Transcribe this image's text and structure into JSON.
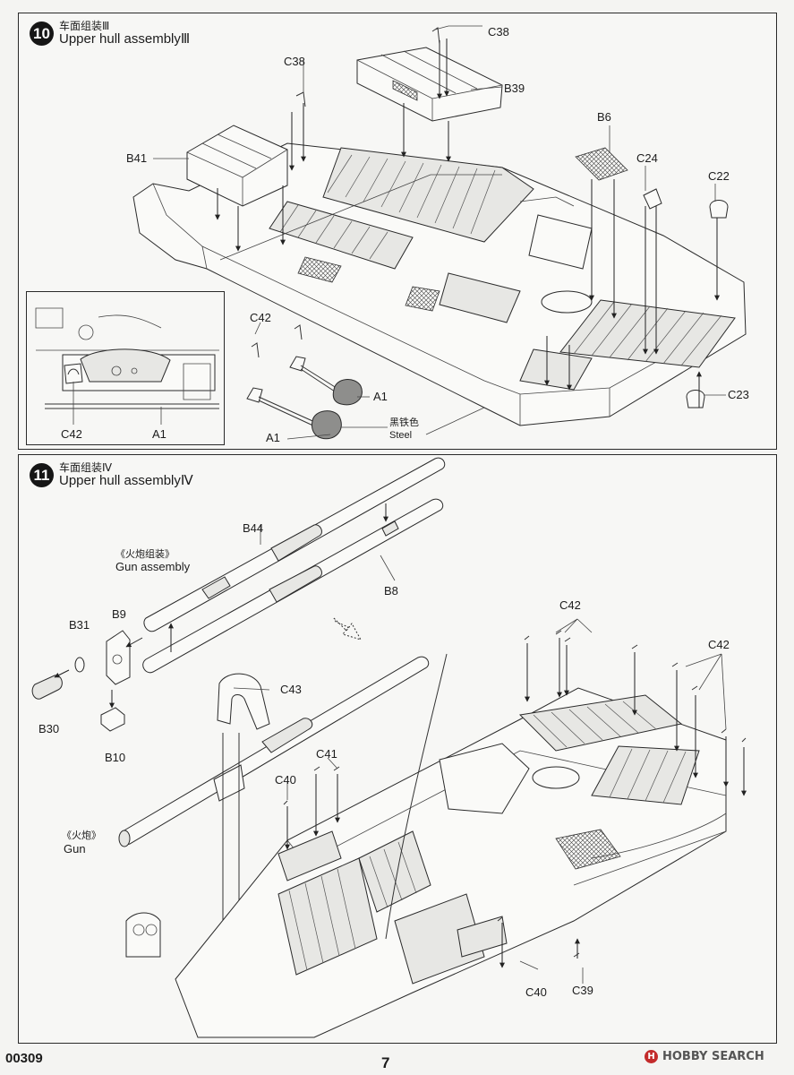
{
  "steps": [
    {
      "number": "10",
      "title_cn": "车面组装Ⅲ",
      "title_en": "Upper hull assemblyⅢ",
      "parts": {
        "c38_top": "C38",
        "c38_left": "C38",
        "b39": "B39",
        "b41": "B41",
        "b6": "B6",
        "c24": "C24",
        "c22": "C22",
        "c23": "C23",
        "c42": "C42",
        "a1_right": "A1",
        "a1_left": "A1"
      },
      "inset_labels": {
        "c42": "C42",
        "a1": "A1"
      },
      "color_note_cn": "黑铁色",
      "color_note_en": "Steel"
    },
    {
      "number": "11",
      "title_cn": "车面组装Ⅳ",
      "title_en": "Upper hull assemblyⅣ",
      "parts": {
        "b44": "B44",
        "b8": "B8",
        "b31": "B31",
        "b9": "B9",
        "b30": "B30",
        "b10": "B10",
        "c43": "C43",
        "c41": "C41",
        "c40_left": "C40",
        "c40_right": "C40",
        "c42_top": "C42",
        "c42_right": "C42",
        "c39": "C39"
      },
      "gun_assembly_cn": "《火炮组装》",
      "gun_assembly_en": "Gun assembly",
      "gun_cn": "《火炮》",
      "gun_en": "Gun"
    }
  ],
  "footer": {
    "product_code": "00309",
    "page_number": "7",
    "watermark": "HOBBY SEARCH",
    "watermark_logo": "H"
  }
}
